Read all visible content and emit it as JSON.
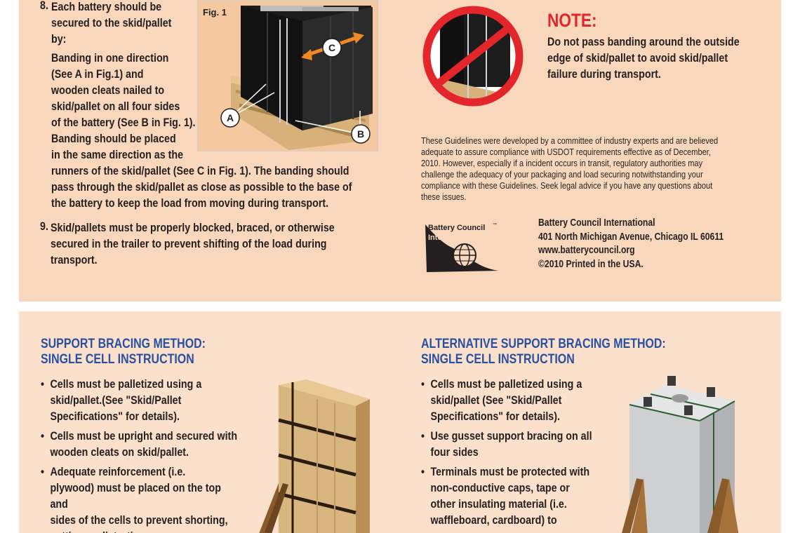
{
  "top": {
    "step8": {
      "number": "8.",
      "text_a": "Each battery should be\nsecured to the skid/pallet\nby:",
      "text_b": "Banding in one direction\n(See A in Fig.1) and\nwooden cleats nailed to\nskid/pallet on all four sides\nof the battery (See B in Fig. 1).\nBanding should be placed\nin the same direction as the",
      "text_c": "runners of the skid/pallet (See C in Fig. 1). The banding should\npass through the skid/pallet as close as possible to the base of\nthe battery to keep the load from moving during transport."
    },
    "step9": {
      "number": "9.",
      "text": "Skid/pallets must be properly blocked, braced, or otherwise\nsecured in the trailer to prevent shifting of the load during\ntransport."
    },
    "figure": {
      "label": "Fig. 1",
      "callout_a": "A",
      "callout_b": "B",
      "callout_c": "C"
    },
    "note": {
      "title": "NOTE:",
      "text": "Do not pass banding around the outside\nedge of skid/pallet to avoid skid/pallet\nfailure during transport."
    },
    "guidelines": "These Guidelines were developed by a committee of industry experts and are believed\nadequate to assure compliance with USDOT requirements effective as of December,\n2010.   However, especially if a incident occurs in transit,  regulatory authorities may\nchallenge the adequacy of your packaging and load securing notwithstanding your\ncompliance with these Guidelines. Seek legal advice if you have any questions about\nthese issues.",
    "bci": {
      "logo_line1": "Battery Council",
      "logo_tm": "™",
      "logo_line2": "International",
      "name": "Battery Council International",
      "address": "401 North Michigan Avenue, Chicago IL 60611",
      "website": "www.batterycouncil.org",
      "copyright": "©2010 Printed in the USA."
    }
  },
  "bottom": {
    "left": {
      "title": "SUPPORT BRACING METHOD:\nSINGLE CELL INSTRUCTION",
      "bullets": [
        "Cells must be palletized using a\nskid/pallet.(See \"Skid/Pallet\nSpecifications\" for details).",
        "Cells must be upright and secured with\nwooden cleats on skid/pallet.",
        "Adequate reinforcement (i.e.\nplywood) must be placed on the top and\nsides of the cells to prevent shorting,\ncutting or distortion."
      ]
    },
    "right": {
      "title": "ALTERNATIVE SUPPORT BRACING METHOD:\nSINGLE CELL INSTRUCTION",
      "bullets": [
        "Cells must be palletized using a\nskid/pallet (See \"Skid/Pallet\nSpecifications\" for details).",
        "Use gusset support bracing on all\nfour sides",
        "Terminals must be protected with\nnon-conductive caps, tape or\nother insulating material (i.e.\nwaffleboard, cardboard) to"
      ]
    }
  },
  "colors": {
    "top_bg": "#f9d7bd",
    "bottom_bg": "#fbe0cb",
    "heading_blue": "#2750a0",
    "note_red": "#e3262b"
  }
}
